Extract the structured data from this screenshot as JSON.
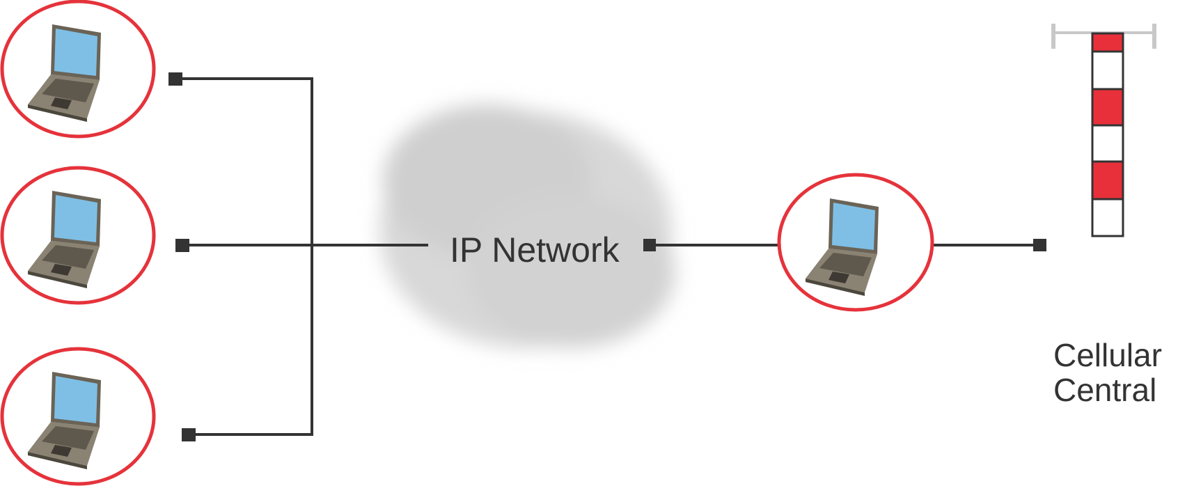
{
  "diagram": {
    "network_label": "IP Network",
    "central_label_line1": "Cellular",
    "central_label_line2": "Central",
    "client_icons": [
      "laptop-icon",
      "laptop-icon",
      "laptop-icon"
    ],
    "gateway_icon": "laptop-icon",
    "tower_icon": "cellular-tower-icon",
    "colors": {
      "ring": "#e5333b",
      "line": "#333333",
      "cloud": "#d6d6d6",
      "tower_red": "#e8303a",
      "tower_cap": "#c8c8c8"
    }
  }
}
